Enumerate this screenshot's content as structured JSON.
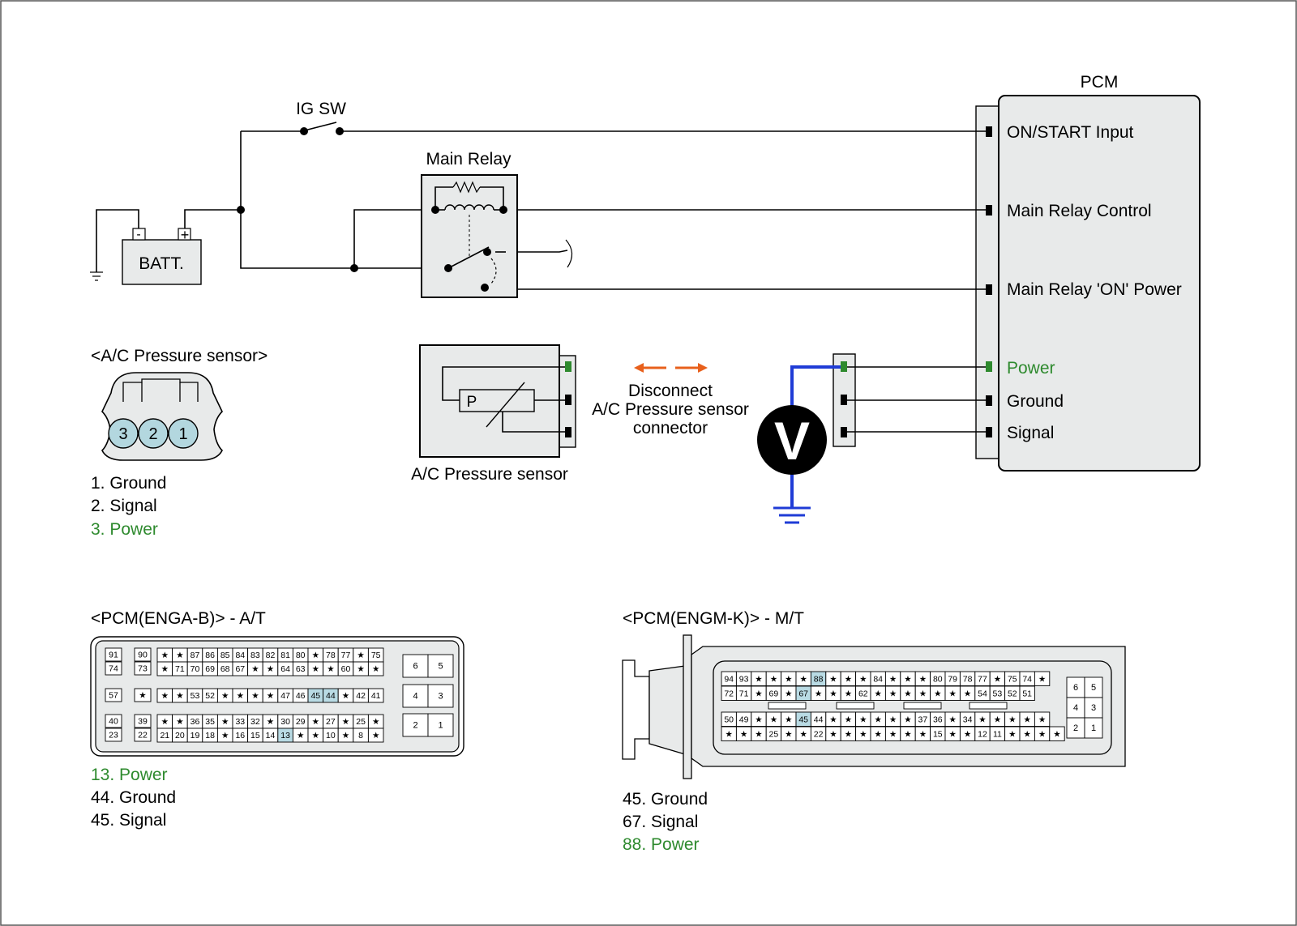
{
  "colors": {
    "power_green": "#2e8a2e",
    "meter_wire_blue": "#1f3cd6",
    "arrow_orange": "#e8601c",
    "pin_highlight": "#b9dbe4",
    "module_fill": "#e8eaea",
    "sensor_pin_fill": "#b3d7df"
  },
  "wiring": {
    "ig_sw": "IG SW",
    "main_relay": "Main Relay",
    "battery": "BATT.",
    "battery_neg": "-",
    "battery_pos": "+"
  },
  "pcm": {
    "title": "PCM",
    "terminals": [
      "ON/START Input",
      "Main Relay Control",
      "Main Relay 'ON' Power",
      "Power",
      "Ground",
      "Signal"
    ]
  },
  "sensor": {
    "view_title": "<A/C Pressure sensor>",
    "pins": [
      "3",
      "2",
      "1"
    ],
    "pin_list": [
      "1. Ground",
      "2. Signal",
      "3. Power"
    ],
    "symbol_label": "P",
    "caption": "A/C Pressure sensor"
  },
  "instruction": {
    "line1": "Disconnect",
    "line2": "A/C Pressure sensor",
    "line3": "connector"
  },
  "meter": {
    "symbol": "V"
  },
  "connector_at": {
    "title": "<PCM(ENGA-B)> - A/T",
    "block_left": [
      [
        "91",
        "90"
      ],
      [
        "74",
        "73"
      ],
      [
        "57",
        "★"
      ],
      [
        "40",
        "39"
      ],
      [
        "23",
        "22"
      ]
    ],
    "row1": [
      "★",
      "★",
      "87",
      "86",
      "85",
      "84",
      "83",
      "82",
      "81",
      "80",
      "★",
      "78",
      "77",
      "★",
      "75"
    ],
    "row2": [
      "★",
      "71",
      "70",
      "69",
      "68",
      "67",
      "★",
      "★",
      "64",
      "63",
      "★",
      "★",
      "60",
      "★",
      "★"
    ],
    "row3": [
      "★",
      "★",
      "53",
      "52",
      "★",
      "★",
      "★",
      "★",
      "47",
      "46",
      "45",
      "44",
      "★",
      "42",
      "41"
    ],
    "row4": [
      "★",
      "★",
      "36",
      "35",
      "★",
      "33",
      "32",
      "★",
      "30",
      "29",
      "★",
      "27",
      "★",
      "25",
      "★"
    ],
    "row5": [
      "21",
      "20",
      "19",
      "18",
      "★",
      "16",
      "15",
      "14",
      "13",
      "★",
      "★",
      "10",
      "★",
      "8",
      "★"
    ],
    "block_right": [
      [
        "6",
        "5"
      ],
      [
        "4",
        "3"
      ],
      [
        "2",
        "1"
      ]
    ],
    "highlight": [
      "13",
      "44",
      "45"
    ],
    "pin_list": [
      "13. Power",
      "44. Ground",
      "45. Signal"
    ]
  },
  "connector_mt": {
    "title": "<PCM(ENGM-K)> - M/T",
    "row1": [
      "94",
      "93",
      "★",
      "★",
      "★",
      "★",
      "88",
      "★",
      "★",
      "★",
      "84",
      "★",
      "★",
      "★",
      "80",
      "79",
      "78",
      "77",
      "★",
      "75",
      "74",
      "★"
    ],
    "row2": [
      "72",
      "71",
      "★",
      "69",
      "★",
      "67",
      "★",
      "★",
      "★",
      "62",
      "★",
      "★",
      "★",
      "★",
      "★",
      "★",
      "★",
      "54",
      "53",
      "52",
      "51"
    ],
    "row3": [
      "50",
      "49",
      "★",
      "★",
      "★",
      "45",
      "44",
      "★",
      "★",
      "★",
      "★",
      "★",
      "★",
      "37",
      "36",
      "★",
      "34",
      "★",
      "★",
      "★",
      "★",
      "★"
    ],
    "row4": [
      "★",
      "★",
      "★",
      "25",
      "★",
      "★",
      "22",
      "★",
      "★",
      "★",
      "★",
      "★",
      "★",
      "★",
      "15",
      "★",
      "★",
      "12",
      "11",
      "★",
      "★",
      "★",
      "★"
    ],
    "block_right": [
      [
        "6",
        "5"
      ],
      [
        "4",
        "3"
      ],
      [
        "2",
        "1"
      ]
    ],
    "highlight": [
      "88",
      "67",
      "45"
    ],
    "pin_list": [
      "45. Ground",
      "67. Signal",
      "88. Power"
    ]
  }
}
